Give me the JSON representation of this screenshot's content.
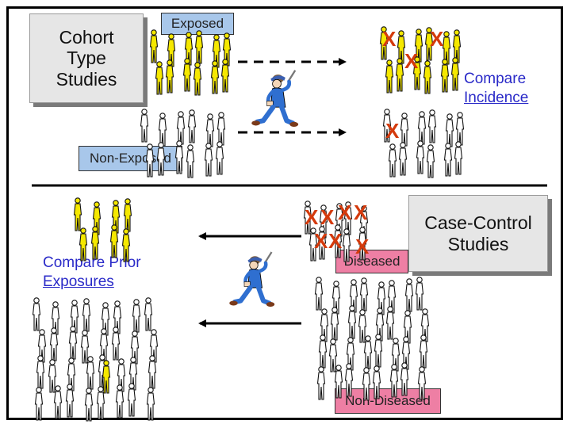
{
  "cohort": {
    "title": "Cohort\nType\nStudies",
    "exposed_label": "Exposed",
    "non_exposed_label": "Non-Exposed",
    "compare_line1": "Compare",
    "compare_line2": "Incidence"
  },
  "case_control": {
    "title": "Case-Control\nStudies",
    "diseased_label": "Diseased",
    "non_diseased_label": "Non-Diseased",
    "compare_line1": "Compare Prior",
    "compare_line2": "Exposures"
  },
  "case_mark": "X",
  "colors": {
    "exposed_figure": "#f5e800",
    "unexposed_figure": "#ffffff",
    "case_mark": "#d43a0c",
    "investigator": "#2f6fd0",
    "compare_text": "#2a2ac8"
  }
}
